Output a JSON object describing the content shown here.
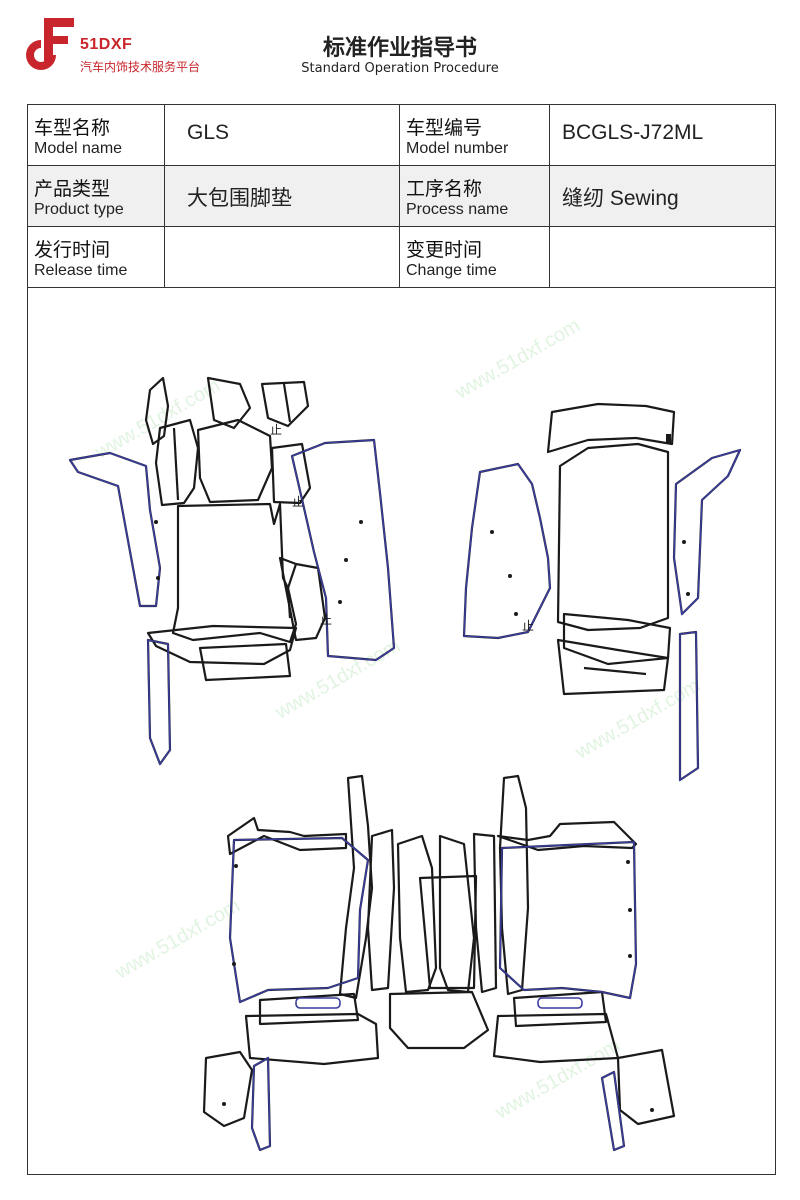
{
  "header": {
    "brand_name": "51DXF",
    "brand_tagline": "汽车内饰技术服务平台",
    "title": "标准作业指导书",
    "subtitle": "Standard Operation Procedure",
    "brand_color": "#c8262c"
  },
  "info": {
    "model_name_zh": "车型名称",
    "model_name_en": "Model name",
    "model_name_value": "GLS",
    "model_number_zh": "车型编号",
    "model_number_en": "Model number",
    "model_number_value": "BCGLS-J72ML",
    "product_type_zh": "产品类型",
    "product_type_en": "Product type",
    "product_type_value": "大包围脚垫",
    "process_name_zh": "工序名称",
    "process_name_en": "Process name",
    "process_name_value": "缝纫 Sewing",
    "release_time_zh": "发行时间",
    "release_time_en": "Release time",
    "release_time_value": "",
    "change_time_zh": "变更时间",
    "change_time_en": "Change time",
    "change_time_value": ""
  },
  "diagram": {
    "marker_char": "止",
    "watermark": "www.51dxf.com"
  }
}
